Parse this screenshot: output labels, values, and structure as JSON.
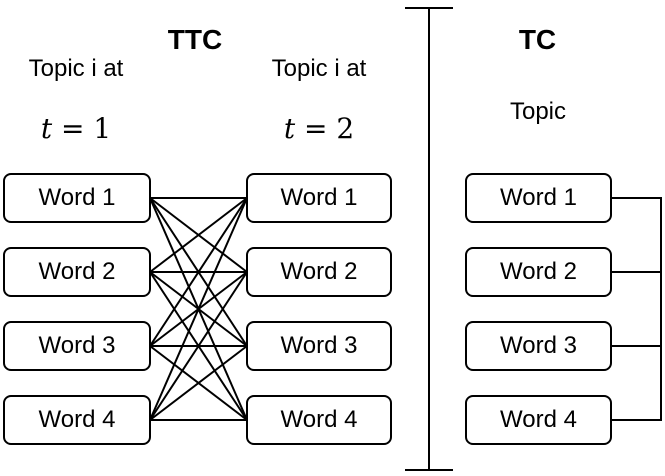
{
  "ttc": {
    "title": "TTC",
    "left": {
      "heading": "Topic i at",
      "time_var": "t",
      "time_eq": "= 1",
      "words": [
        "Word 1",
        "Word 2",
        "Word 3",
        "Word 4"
      ]
    },
    "right": {
      "heading": "Topic i at",
      "time_var": "t",
      "time_eq": "= 2",
      "words": [
        "Word 1",
        "Word 2",
        "Word 3",
        "Word 4"
      ]
    }
  },
  "tc": {
    "title": "TC",
    "heading": "Topic",
    "words": [
      "Word 1",
      "Word 2",
      "Word 3",
      "Word 4"
    ]
  }
}
